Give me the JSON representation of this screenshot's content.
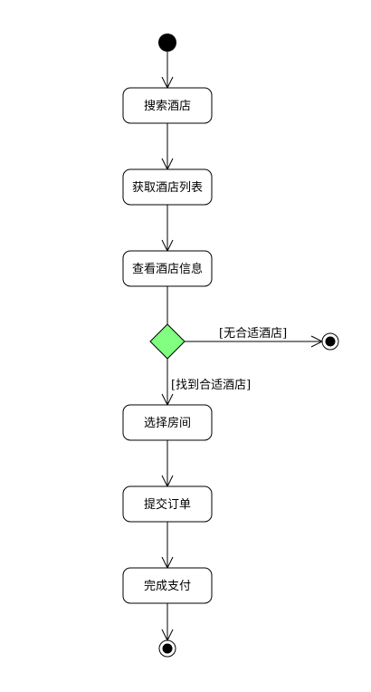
{
  "activities": {
    "search_hotel": "搜索酒店",
    "get_hotel_list": "获取酒店列表",
    "view_hotel_info": "查看酒店信息",
    "select_room": "选择房间",
    "submit_order": "提交订单",
    "complete_payment": "完成支付"
  },
  "guards": {
    "no_suitable_hotel": "[无合适酒店]",
    "found_suitable_hotel": "[找到合适酒店]"
  },
  "colors": {
    "decision_fill": "#80ff80",
    "stroke": "#000000",
    "node_fill": "#ffffff"
  }
}
